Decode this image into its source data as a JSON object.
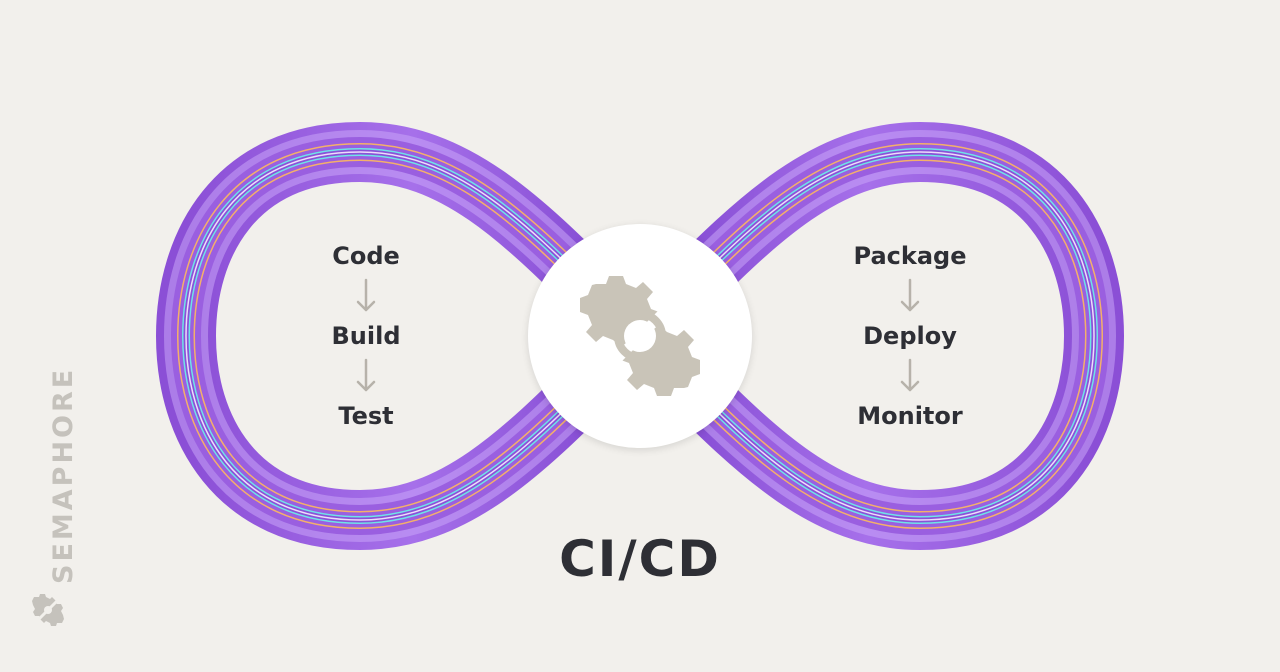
{
  "diagram": {
    "title": "CI/CD",
    "ci_stages": [
      "Code",
      "Build",
      "Test"
    ],
    "cd_stages": [
      "Package",
      "Deploy",
      "Monitor"
    ],
    "hub_icon": "gear-icon",
    "loop_colors": {
      "main": "#9a5fe0",
      "light": "#c9a4f8",
      "dark": "#6b3ab8",
      "line_orange": "#f4b06a",
      "line_cyan": "#6fe3e8",
      "line_white": "#f7ecff"
    }
  },
  "brand": {
    "name": "SEMAPHORE",
    "logo_icon": "semaphore-logo-icon",
    "color": "#c5c2bc"
  }
}
